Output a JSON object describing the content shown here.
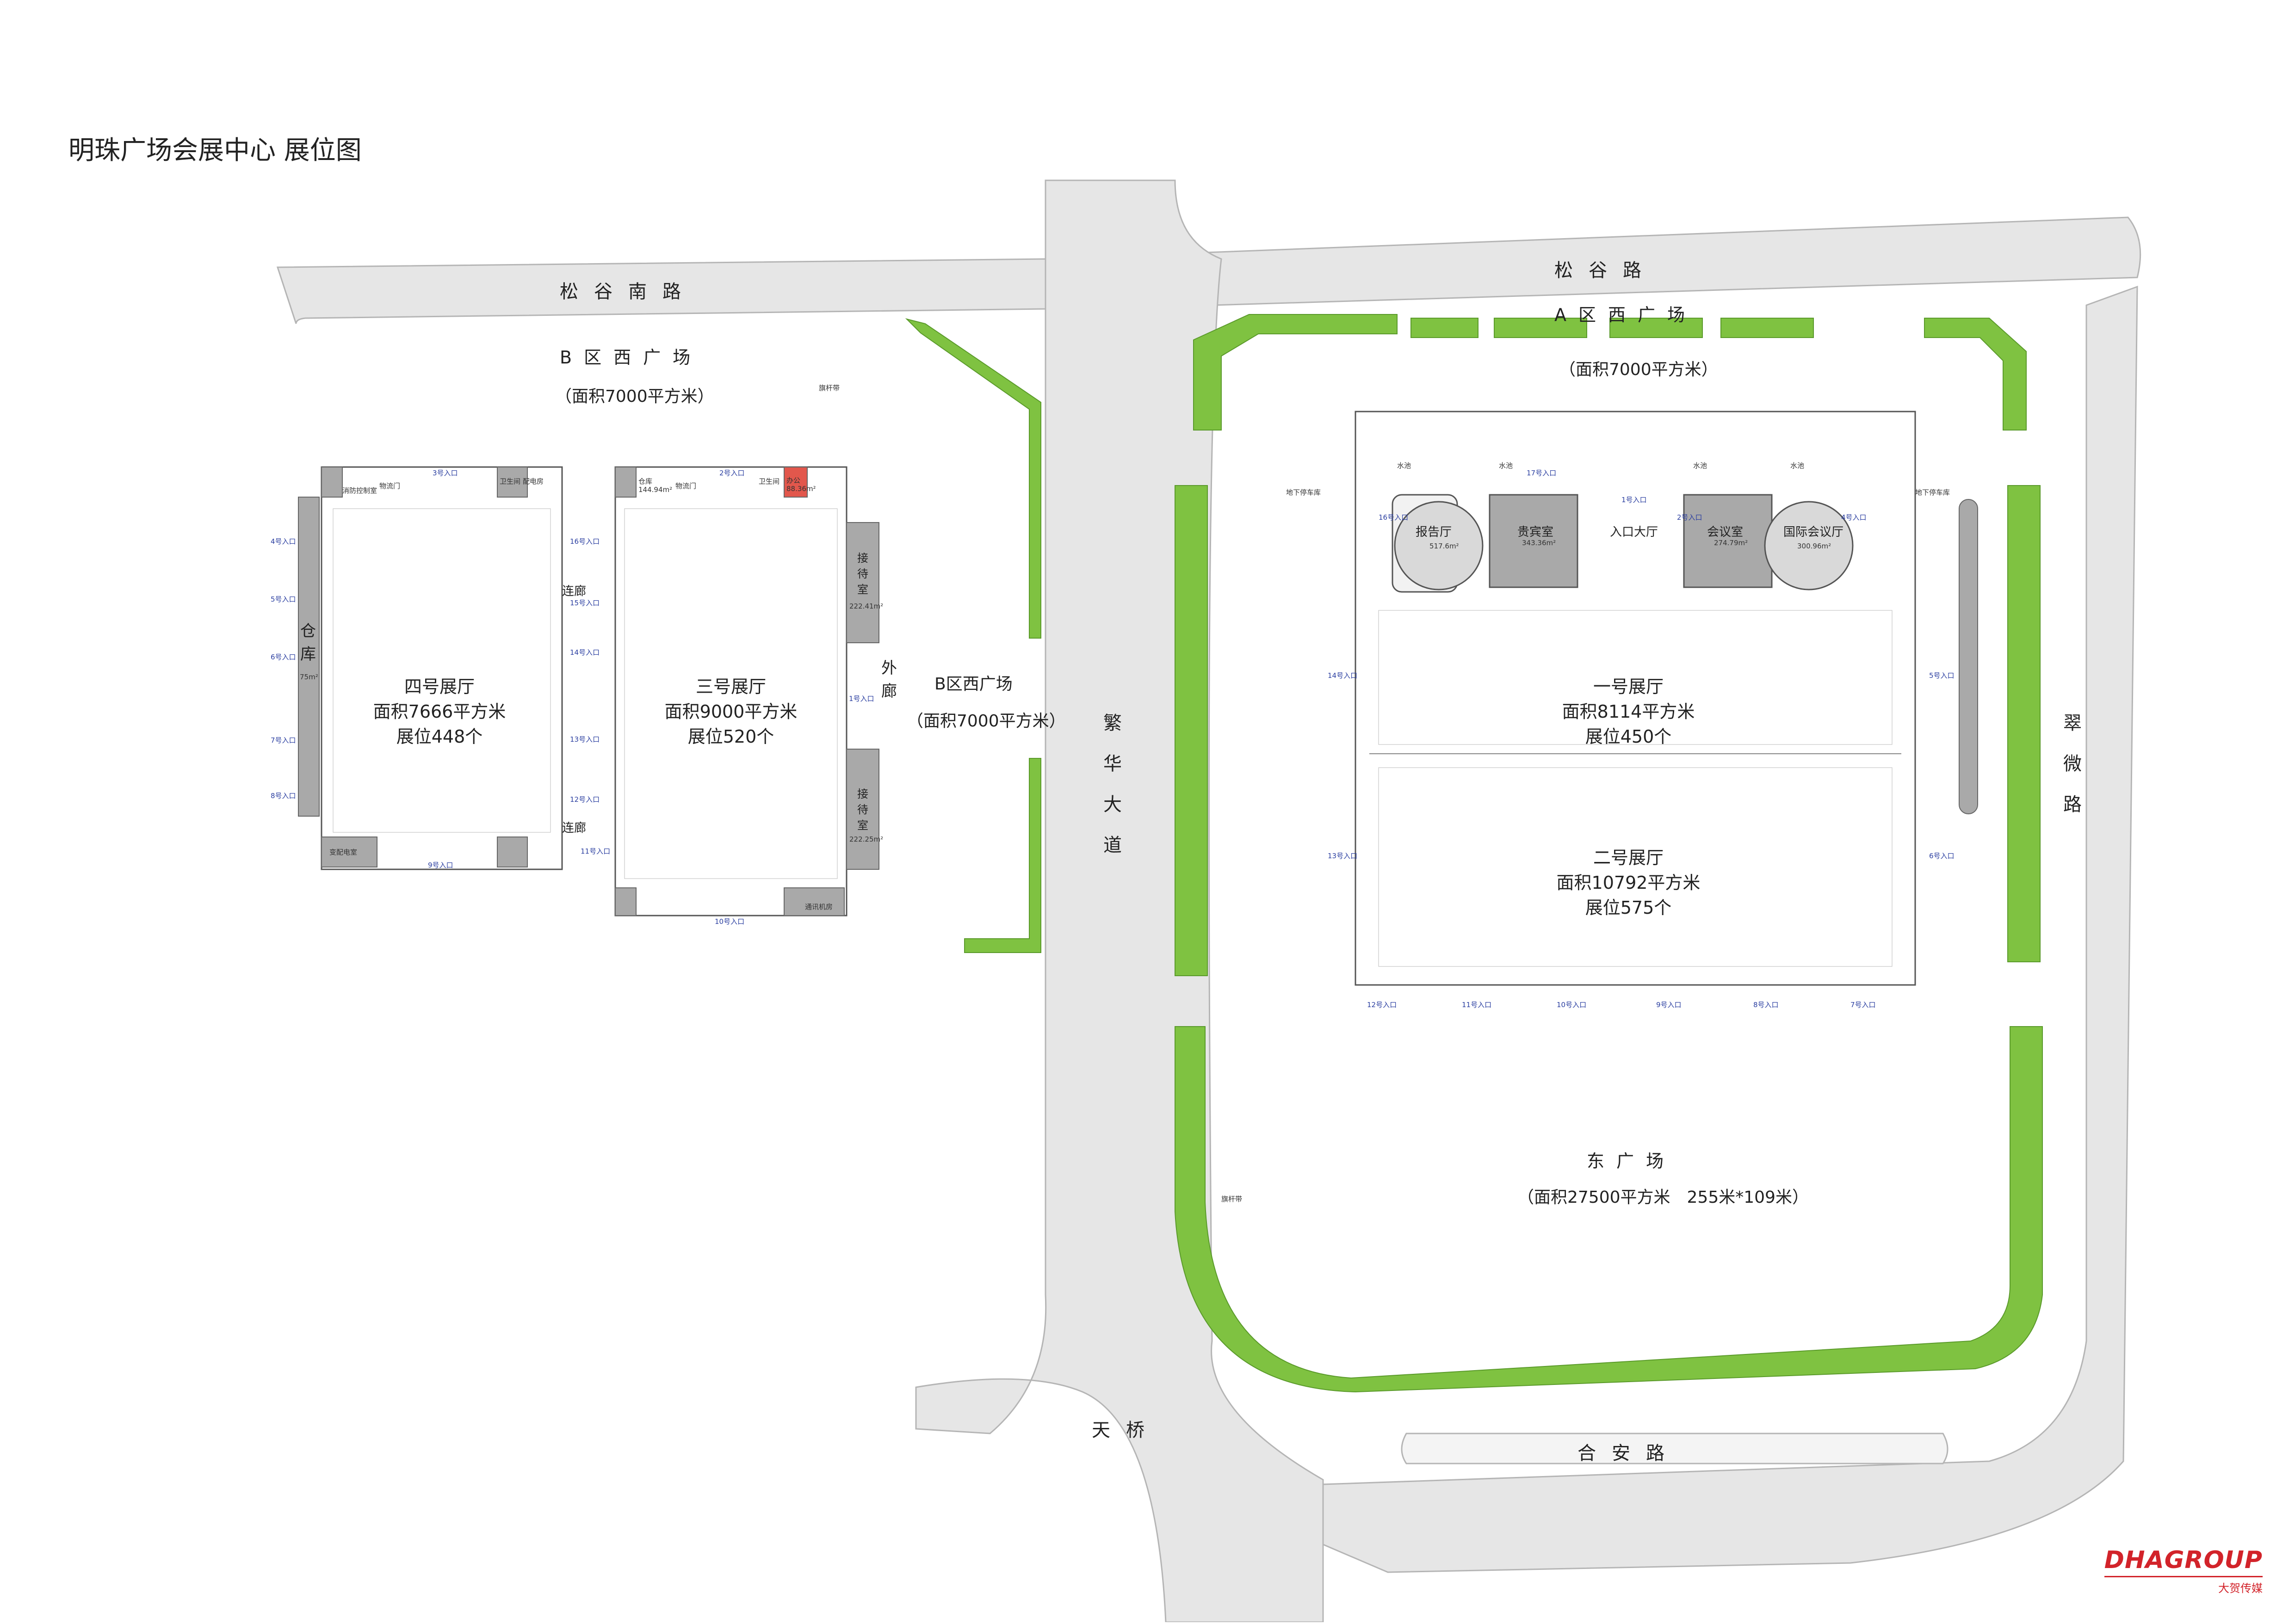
{
  "title": "明珠广场会展中心 展位图",
  "roads": {
    "songgu_south": "松谷南路",
    "songgu": "松谷路",
    "fanhua": "繁华大道",
    "cuiwei": "翠微路",
    "hean": "合安路",
    "bridge": "天桥"
  },
  "plazas": {
    "b_west_top": {
      "name": "B区西广场",
      "area": "（面积7000平方米）"
    },
    "b_west_side": {
      "name": "B区西广场",
      "area": "（面积7000平方米）"
    },
    "a_west": {
      "name": "A区西广场",
      "area": "（面积7000平方米）"
    },
    "east": {
      "name": "东广场",
      "area": "（面积27500平方米　255米*109米）"
    }
  },
  "halls": {
    "hall4": {
      "name": "四号展厅",
      "area": "面积7666平方米",
      "booths": "展位448个"
    },
    "hall3": {
      "name": "三号展厅",
      "area": "面积9000平方米",
      "booths": "展位520个"
    },
    "hall1": {
      "name": "一号展厅",
      "area": "面积8114平方米",
      "booths": "展位450个"
    },
    "hall2": {
      "name": "二号展厅",
      "area": "面积10792平方米",
      "booths": "展位575个"
    }
  },
  "rooms": {
    "warehouse": "仓库",
    "corridor_top": "连廊",
    "corridor_bottom": "连廊",
    "outer_corridor": "外廊",
    "reception_top": "接待室",
    "reception_bottom": "接待室",
    "report_hall": "报告厅",
    "vip_room": "贵宾室",
    "entrance_hall": "入口大厅",
    "meeting_room": "会议室",
    "intl_conf": "国际会议厅",
    "report_area": "517.6m²",
    "vip_area": "343.36m²",
    "meeting_area": "274.79m²",
    "intl_area": "300.96m²",
    "reception_top_area": "222.41m²",
    "reception_bottom_area": "222.25m²",
    "warehouse_area": "75m²",
    "fire_control": "消防控制室",
    "power_room": "配电房",
    "toilet": "卫生间",
    "office": "办公",
    "office_area": "88.36m²",
    "storage": "仓库",
    "storage_area": "144.94m²",
    "flagpole": "旗杆带",
    "substation": "变配电室",
    "pump_room": "通讯机房",
    "water_pool": "水池",
    "underground_parking": "地下停车库",
    "goods_door": "物流门"
  },
  "entrances": {
    "e1": "1号入口",
    "e2": "2号入口",
    "e3": "3号入口",
    "e4": "4号入口",
    "e5": "5号入口",
    "e6": "6号入口",
    "e7": "7号入口",
    "e8": "8号入口",
    "e9": "9号入口",
    "e10": "10号入口",
    "e11": "11号入口",
    "e12": "12号入口",
    "e13": "13号入口",
    "e14": "14号入口",
    "e15": "15号入口",
    "e16": "16号入口",
    "e17": "17号入口"
  },
  "logo": {
    "brand": "DHAGROUP",
    "sub": "大贺传媒"
  },
  "colors": {
    "green": "#7fc241",
    "road": "#e6e6e6",
    "grey_room": "#a9a9a9",
    "red_room": "#e2574c",
    "entrance_red": "#e0262b"
  }
}
